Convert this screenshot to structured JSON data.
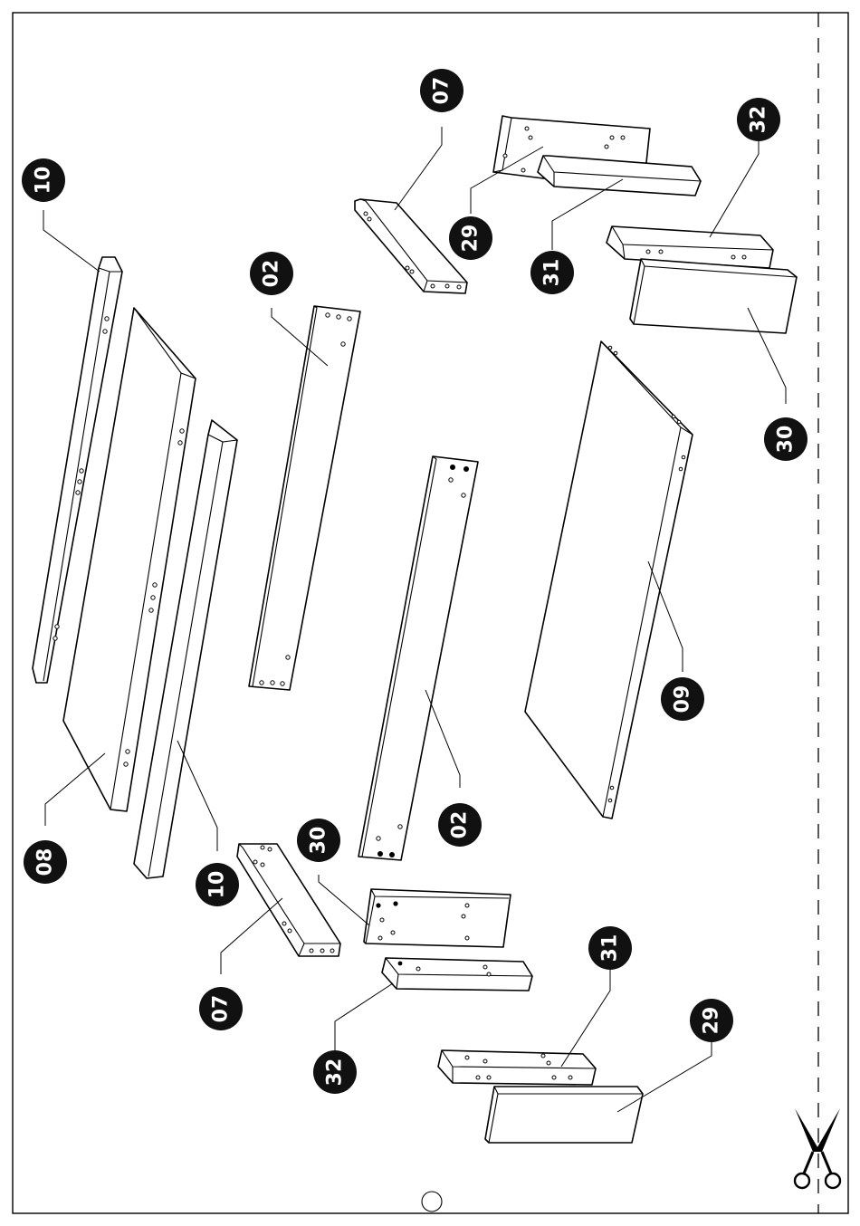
{
  "parts": [
    {
      "id": "10a",
      "label": "10"
    },
    {
      "id": "08",
      "label": "08"
    },
    {
      "id": "10b",
      "label": "10"
    },
    {
      "id": "02a",
      "label": "02"
    },
    {
      "id": "02b",
      "label": "02"
    },
    {
      "id": "07a",
      "label": "07"
    },
    {
      "id": "07b",
      "label": "07"
    },
    {
      "id": "09",
      "label": "09"
    },
    {
      "id": "29a",
      "label": "29"
    },
    {
      "id": "29b",
      "label": "29"
    },
    {
      "id": "30a",
      "label": "30"
    },
    {
      "id": "30b",
      "label": "30"
    },
    {
      "id": "31a",
      "label": "31"
    },
    {
      "id": "31b",
      "label": "31"
    },
    {
      "id": "32a",
      "label": "32"
    },
    {
      "id": "32b",
      "label": "32"
    }
  ],
  "icons": {
    "scissors": "scissors-icon",
    "page_marker": "page-circle-marker"
  }
}
